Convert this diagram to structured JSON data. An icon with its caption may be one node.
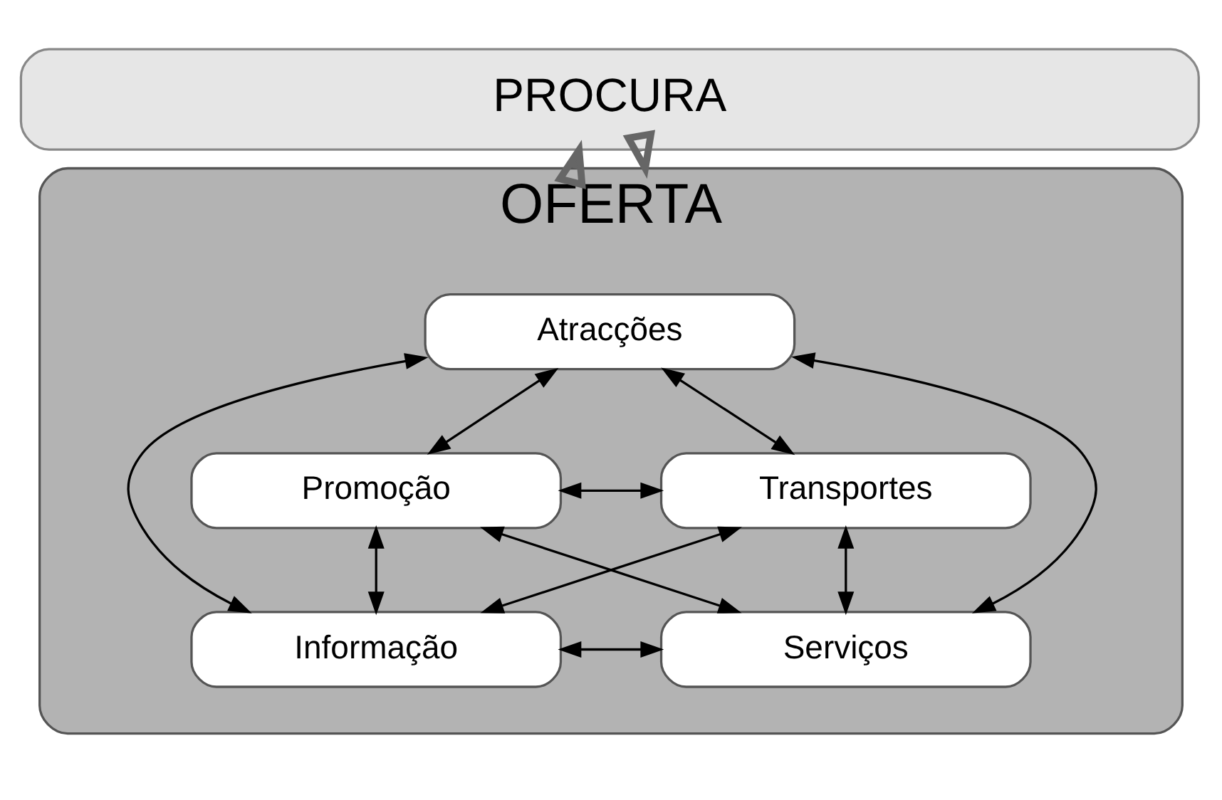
{
  "diagram": {
    "nodes": [
      {
        "text": [
          "PROCURA"
        ]
      },
      {
        "text": [
          "OFERTA"
        ]
      },
      {
        "text": [
          "Atracções"
        ],
        "in": 1
      },
      {
        "text": [
          "Promoção"
        ],
        "in": 1
      },
      {
        "text": [
          "Transportes"
        ],
        "in": 1
      },
      {
        "text": [
          "Informação"
        ],
        "in": 1
      },
      {
        "text": [
          "Serviços"
        ],
        "in": 1
      }
    ],
    "edges": [
      {
        "from": 0,
        "to": 1,
        "arrow": "to",
        "style": "thick",
        "color": "#666666"
      },
      {
        "from": 1,
        "to": 0,
        "arrow": "to",
        "style": "thick",
        "color": "#666666"
      },
      {
        "from": 2,
        "to": 3,
        "arrow": "both"
      },
      {
        "from": 2,
        "to": 4,
        "arrow": "both"
      },
      {
        "from": 2,
        "to": 5,
        "arrow": "both"
      },
      {
        "from": 2,
        "to": 6,
        "arrow": "both"
      },
      {
        "from": 3,
        "to": 4,
        "arrow": "both"
      },
      {
        "from": 3,
        "to": 5,
        "arrow": "both"
      },
      {
        "from": 3,
        "to": 6,
        "arrow": "both"
      },
      {
        "from": 4,
        "to": 5,
        "arrow": "both"
      },
      {
        "from": 4,
        "to": 6,
        "arrow": "both"
      },
      {
        "from": 5,
        "to": 6,
        "arrow": "both"
      }
    ]
  }
}
